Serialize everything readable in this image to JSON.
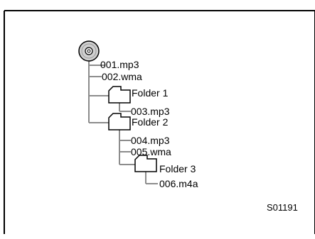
{
  "tree": {
    "disc_icon": "cd-disc-icon",
    "folder_icon": "folder-icon",
    "items": [
      {
        "label": "001.mp3",
        "type": "file"
      },
      {
        "label": "002.wma",
        "type": "file"
      },
      {
        "label": "Folder 1",
        "type": "folder"
      },
      {
        "label": "003.mp3",
        "type": "file"
      },
      {
        "label": "Folder 2",
        "type": "folder"
      },
      {
        "label": "004.mp3",
        "type": "file"
      },
      {
        "label": "005.wma",
        "type": "file"
      },
      {
        "label": "Folder 3",
        "type": "folder"
      },
      {
        "label": "006.m4a",
        "type": "file"
      }
    ]
  },
  "figure_code": "S01191",
  "colors": {
    "line": "#8c8c8c",
    "frame": "#000000"
  }
}
